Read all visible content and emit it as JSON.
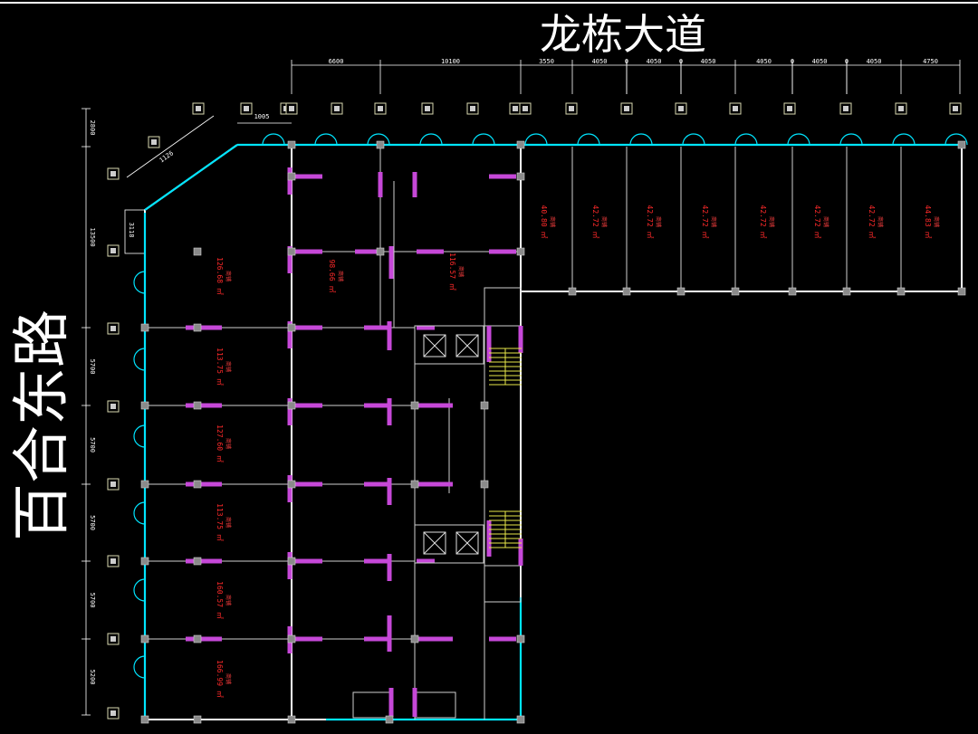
{
  "streets": {
    "top": "龙栋大道",
    "left": "百合东路"
  },
  "dimensions": {
    "top": [
      "6600",
      "10100",
      "3550",
      "4050",
      "0",
      "4050",
      "0",
      "4050",
      "4050",
      "0",
      "4050",
      "0",
      "4050",
      "4750"
    ],
    "left": [
      "2800",
      "13500",
      "5700",
      "5700",
      "5700",
      "5700",
      "5200"
    ],
    "small": [
      "1005",
      "3118",
      "1126"
    ]
  },
  "rooms": {
    "label": "商铺",
    "left_column": [
      "126.68 ㎡",
      "113.75 ㎡",
      "127.60 ㎡",
      "113.75 ㎡",
      "160.57 ㎡",
      "166.99 ㎡"
    ],
    "middle": [
      "98.66 ㎡",
      "116.57 ㎡"
    ],
    "top_row": [
      "40.80 ㎡",
      "42.72 ㎡",
      "42.72 ㎡",
      "42.72 ㎡",
      "42.72 ㎡",
      "42.72 ㎡",
      "42.72 ㎡",
      "44.83 ㎡"
    ]
  },
  "colors": {
    "background": "#000000",
    "walls": "#ffffff",
    "glazing": "#00e5ff",
    "columns": "#c648d8",
    "area_text": "#ff2a2a",
    "stairs": "#e8e84a"
  }
}
